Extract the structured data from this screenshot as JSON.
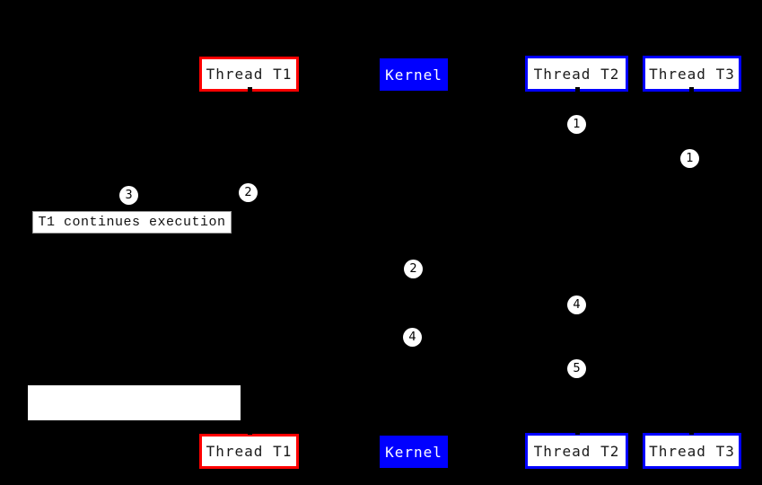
{
  "figure": {
    "type": "thread-scheduling-sequence-diagram",
    "background": "#000000"
  },
  "actors": {
    "top": [
      "Thread T1",
      "Kernel",
      "Thread T2",
      "Thread T3"
    ],
    "bottom": [
      "Thread T1",
      "Kernel",
      "Thread T2",
      "Thread T3"
    ]
  },
  "markers": [
    "1",
    "1",
    "2",
    "3",
    "2",
    "4",
    "4",
    "5"
  ],
  "annotations": {
    "t1_continues": "T1 continues execution",
    "blank_label": ""
  },
  "colors": {
    "background": "#000000",
    "thread_t1_border": "#ff0000",
    "thread_t2_t3_border": "#0000ff",
    "kernel_fill": "#0000ff",
    "kernel_text": "#ffffff",
    "actor_fill": "#ffffff",
    "actor_text": "#1a1a1a",
    "marker_fill": "#ffffff",
    "marker_text": "#000000",
    "note_fill": "#ffffff",
    "note_border": "#999999",
    "lifeline": "#000000"
  }
}
